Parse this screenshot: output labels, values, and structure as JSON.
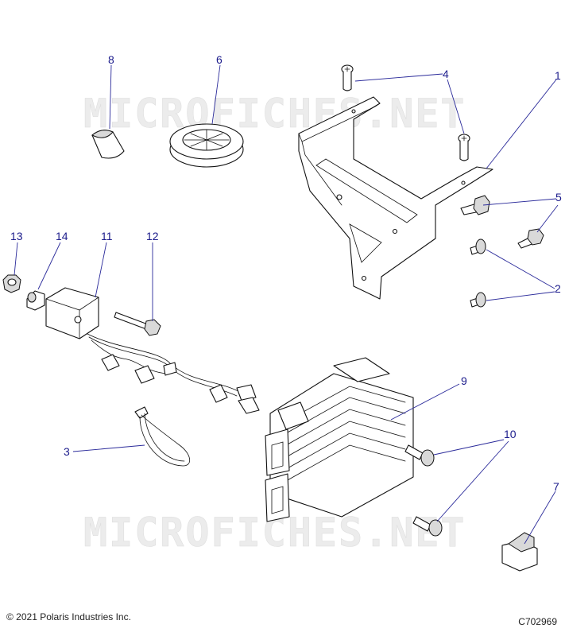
{
  "watermark": "MICROFICHES.NET",
  "copyright": "© 2021 Polaris Industries Inc.",
  "drawing_code": "C702969",
  "callouts": [
    {
      "id": "1"
    },
    {
      "id": "2"
    },
    {
      "id": "3"
    },
    {
      "id": "4"
    },
    {
      "id": "5"
    },
    {
      "id": "6"
    },
    {
      "id": "7"
    },
    {
      "id": "8"
    },
    {
      "id": "9"
    },
    {
      "id": "10"
    },
    {
      "id": "11"
    },
    {
      "id": "12"
    },
    {
      "id": "13"
    },
    {
      "id": "14"
    }
  ],
  "colors": {
    "callout": "#1c1c8c",
    "line": "#111111",
    "watermark": "#e6e6e6"
  }
}
